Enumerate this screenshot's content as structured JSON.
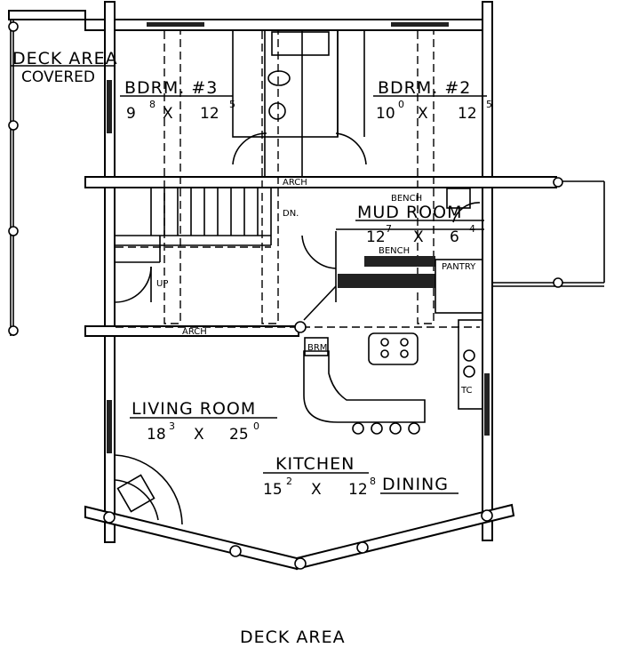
{
  "plan": {
    "deck_covered": {
      "line1": "DECK AREA",
      "line2": "COVERED"
    },
    "bdrm3": {
      "name": "BDRM. #3",
      "w": "9",
      "w_in": "8",
      "x": "X",
      "l": "12",
      "l_in": "5"
    },
    "bdrm2": {
      "name": "BDRM. #2",
      "w": "10",
      "w_in": "0",
      "x": "X",
      "l": "12",
      "l_in": "5"
    },
    "arch_upper": "ARCH",
    "arch_lower": "ARCH",
    "stairs_down": "DN.",
    "stairs_up": "UP",
    "mud_room": {
      "name": "MUD ROOM",
      "w": "12",
      "w_in": "7",
      "x": "X",
      "l": "6",
      "l_in": "4"
    },
    "bench": "BENCH",
    "bench_upper": "BENCH",
    "pantry": "PANTRY",
    "broom": "BRM",
    "trash_compactor": "TC",
    "living_room": {
      "name": "LIVING ROOM",
      "w": "18",
      "w_in": "3",
      "x": "X",
      "l": "25",
      "l_in": "0"
    },
    "kitchen": {
      "name": "KITCHEN",
      "w": "15",
      "w_in": "2",
      "x": "X",
      "l": "12",
      "l_in": "8"
    },
    "dining": "DINING",
    "deck_area": "DECK AREA"
  }
}
